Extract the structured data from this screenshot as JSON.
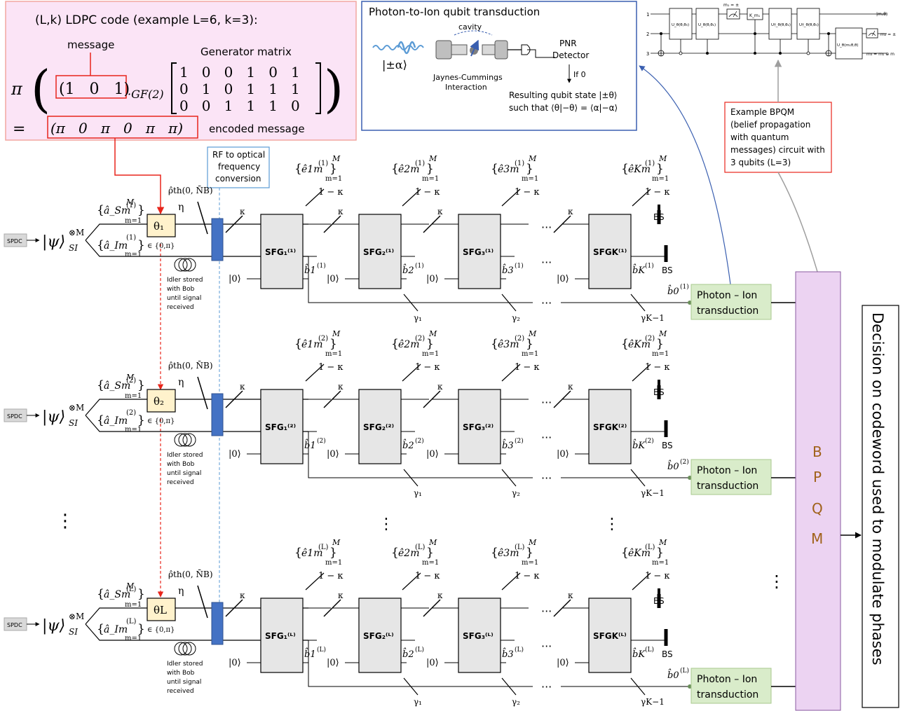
{
  "colors": {
    "ldpc_bg": "#fbe4f6",
    "ldpc_border": "#f2a7a0",
    "red": "#e8251b",
    "blue": "#3a5fb0",
    "sfg_fill": "#e6e6e6",
    "theta_fill": "#fff2cc",
    "trans_fill": "#d9ecca",
    "bpqm_fill": "#ecd3f2",
    "bpqm_text": "#a0621a",
    "rf_box": "#4472c4",
    "gray_arrow": "#9e9e9e"
  },
  "ldpc": {
    "title": "(L,k) LDPC code (example L=6, k=3):",
    "message_label": "message",
    "generator_label": "Generator matrix",
    "pi": "π",
    "message_vector": "(1   0   1)",
    "gf_label": "·GF(2)",
    "matrix_rows": [
      "1   0   0   1   0   1",
      "0   1   0   1   1   1",
      "0   0   1   1   1   0"
    ],
    "eq": "=",
    "encoded_vector": "(π   0   π   0   π   π)",
    "encoded_label": "encoded message"
  },
  "transduction": {
    "title": "Photon-to-Ion qubit transduction",
    "cavity": "cavity",
    "input_state": "|±α⟩",
    "jc_line1": "Jaynes-Cummings",
    "jc_line2": "Interaction",
    "pnr_line1": "PNR",
    "pnr_line2": "Detector",
    "if0": "If 0",
    "result_line1": "Resulting qubit state |±θ⟩",
    "result_line2": "such that ⟨θ|−θ⟩ = ⟨α|−α⟩"
  },
  "bpqm_example": {
    "lines": [
      "Example BPQM",
      "(belief propagation",
      "with quantum",
      "messages) circuit with",
      "3 qubits (L=3)"
    ],
    "circuit": {
      "wires": [
        "1",
        "2",
        "3"
      ],
      "gates": [
        "U_θ(θ,θ₀)",
        "U_θ(θ,θ₁)",
        "K_m₁",
        "U†_θ(θ,θ₁)",
        "U†_θ(θ,θ₀)",
        "U_θ(m₁θ,θ)"
      ],
      "meas_top": "m₁ = ±",
      "out1": "|m₁θ⟩",
      "out2": "m₂ = ±",
      "out3": "m₃ = m₁ ⊕ m"
    }
  },
  "rf_label": [
    "RF to optical",
    "frequency",
    "conversion"
  ],
  "common": {
    "spdc": "SPDC",
    "psi": "|ψ⟩",
    "psi_sup": "⊗M",
    "psi_sub": "SI",
    "eta": "η",
    "kappa": "κ",
    "one_minus_kappa": "1 − κ",
    "vac": "|0⟩",
    "bs": "BS",
    "theta_set": "∈ {0,π}",
    "idler_lines": [
      "Idler stored",
      "with Bob",
      "until signal",
      "received"
    ],
    "thermal": "ρ̂th(0, N̄B)",
    "ellipsis": "···",
    "m1": "m=1",
    "sup_m": "M",
    "gammas": [
      "γ₁",
      "γ₂",
      "γK−1"
    ],
    "transduction_lines": [
      "Photon – Ion",
      "transduction"
    ],
    "vdots": "⋮"
  },
  "rows": [
    {
      "label": "(1)",
      "theta": "θ₁",
      "sfg": [
        "SFG₁⁽¹⁾",
        "SFG₂⁽¹⁾",
        "SFG₃⁽¹⁾",
        "SFGK⁽¹⁾"
      ],
      "a_s": "â_Sm",
      "a_i": "â_Im",
      "e": [
        "ê1m",
        "ê2m",
        "ê3m",
        "êKm"
      ],
      "b": [
        "b̂1",
        "b̂2",
        "b̂3",
        "b̂K"
      ],
      "b0": "b̂0"
    },
    {
      "label": "(2)",
      "theta": "θ₂",
      "sfg": [
        "SFG₁⁽²⁾",
        "SFG₂⁽²⁾",
        "SFG₃⁽²⁾",
        "SFGK⁽²⁾"
      ],
      "a_s": "â_Sm",
      "a_i": "â_Im",
      "e": [
        "ê1m",
        "ê2m",
        "ê3m",
        "êKm"
      ],
      "b": [
        "b̂1",
        "b̂2",
        "b̂3",
        "b̂K"
      ],
      "b0": "b̂0"
    },
    {
      "label": "(L)",
      "theta": "θL",
      "sfg": [
        "SFG₁⁽ᴸ⁾",
        "SFG₂⁽ᴸ⁾",
        "SFG₃⁽ᴸ⁾",
        "SFGK⁽ᴸ⁾"
      ],
      "a_s": "â_Sm",
      "a_i": "â_Im",
      "e": [
        "ê1m",
        "ê2m",
        "ê3m",
        "êKm"
      ],
      "b": [
        "b̂1",
        "b̂2",
        "b̂3",
        "b̂K"
      ],
      "b0": "b̂0"
    }
  ],
  "bpqm": {
    "letters": [
      "B",
      "P",
      "Q",
      "M"
    ]
  },
  "decision": "Decision on codeword used to modulate phases"
}
